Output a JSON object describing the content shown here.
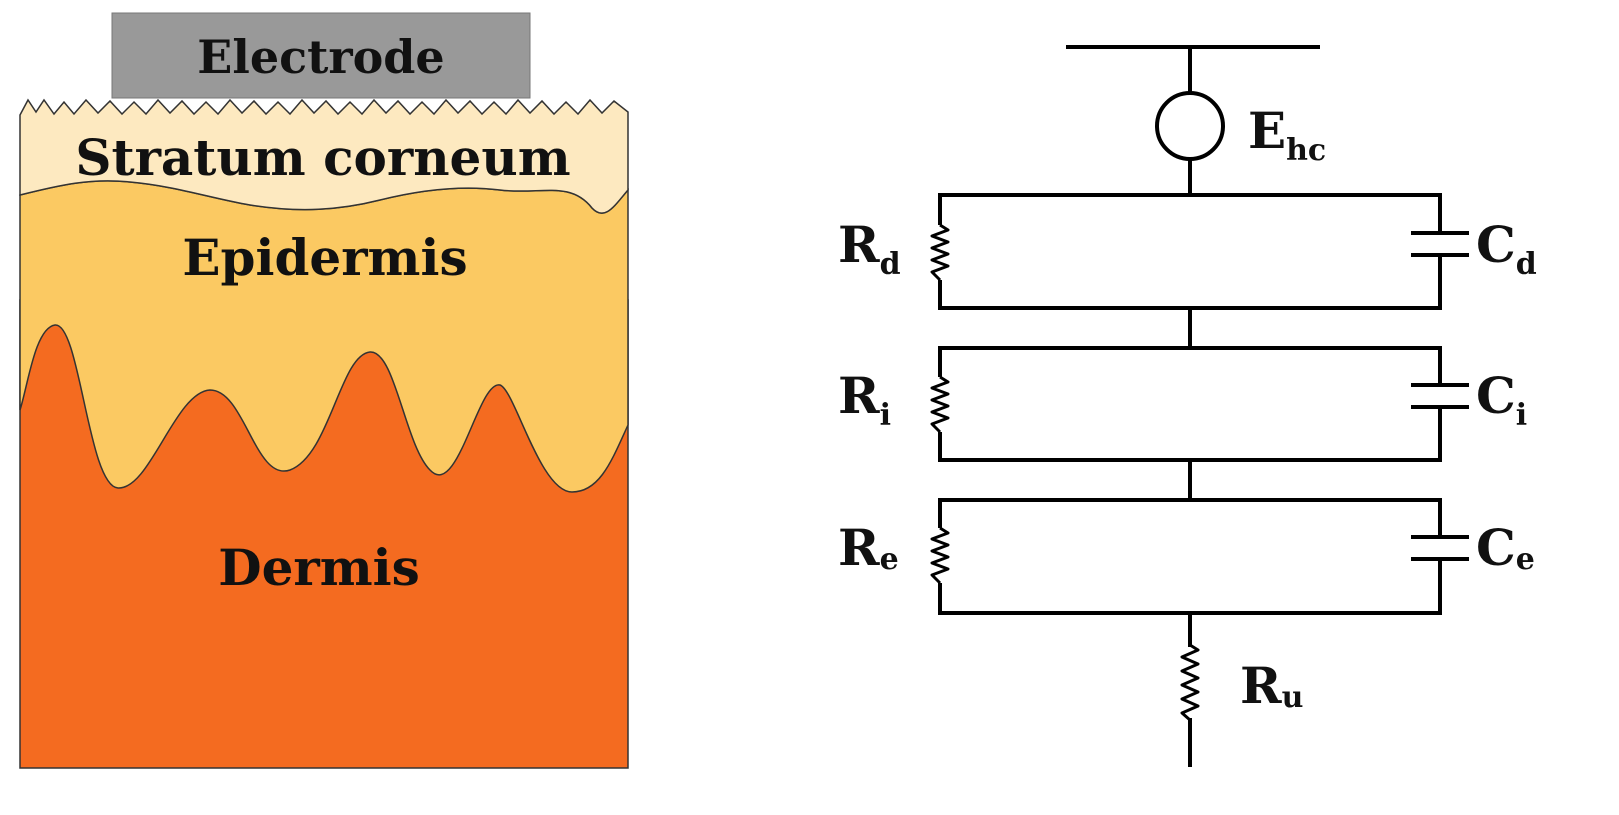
{
  "colors": {
    "electrode": "#999999",
    "stratum_corneum": "#fde9c0",
    "epidermis": "#fbc962",
    "dermis": "#f46b20"
  },
  "skin_model": {
    "electrode_label": "Electrode",
    "stratum_corneum_label": "Stratum corneum",
    "epidermis_label": "Epidermis",
    "dermis_label": "Dermis"
  },
  "circuit": {
    "half_cell": {
      "main": "E",
      "sub": "hc"
    },
    "branches": [
      {
        "resistor_main": "R",
        "resistor_sub": "d",
        "capacitor_main": "C",
        "capacitor_sub": "d"
      },
      {
        "resistor_main": "R",
        "resistor_sub": "i",
        "capacitor_main": "C",
        "capacitor_sub": "i"
      },
      {
        "resistor_main": "R",
        "resistor_sub": "e",
        "capacitor_main": "C",
        "capacitor_sub": "e"
      }
    ],
    "series_resistor": {
      "main": "R",
      "sub": "u"
    }
  }
}
